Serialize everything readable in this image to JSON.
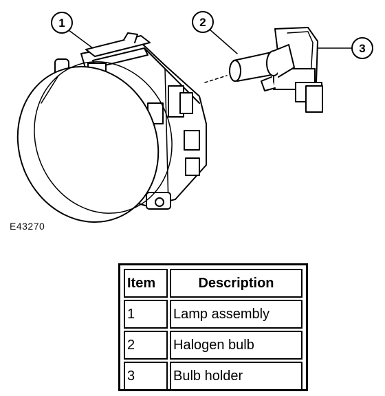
{
  "callouts": [
    "1",
    "2",
    "3"
  ],
  "figure_id": "E43270",
  "legend": {
    "headers": [
      "Item",
      "Description"
    ],
    "rows": [
      {
        "item": "1",
        "description": "Lamp assembly"
      },
      {
        "item": "2",
        "description": "Halogen bulb"
      },
      {
        "item": "3",
        "description": "Bulb holder"
      }
    ]
  }
}
